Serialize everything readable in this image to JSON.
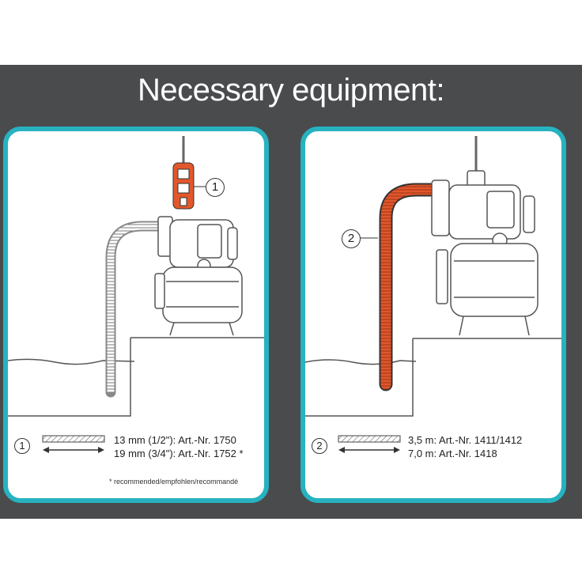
{
  "title": "Necessary equipment:",
  "colors": {
    "background": "#4a4b4d",
    "panel_border": "#27b2c0",
    "highlight": "#e2572b"
  },
  "left_panel": {
    "callout_label": "1",
    "legend_number": "1",
    "legend_lines": [
      "13 mm (1/2\"): Art.-Nr. 1750",
      "19 mm (3/4\"): Art.-Nr. 1752 *"
    ],
    "footnote": "* recommended/empfohlen/recommandé",
    "highlighted_item": "hose-connector"
  },
  "right_panel": {
    "callout_label": "2",
    "legend_number": "2",
    "legend_lines": [
      "3,5 m: Art.-Nr. 1411/1412",
      "7,0 m: Art.-Nr. 1418"
    ],
    "highlighted_item": "suction-hose"
  }
}
